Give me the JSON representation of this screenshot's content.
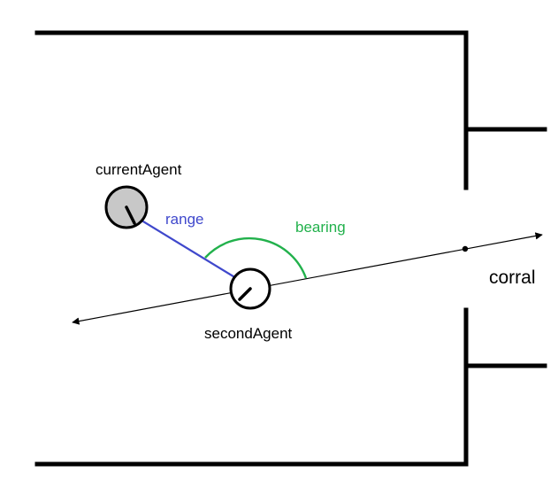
{
  "labels": {
    "current_agent": "currentAgent",
    "second_agent": "secondAgent",
    "range": "range",
    "bearing": "bearing",
    "corral": "corral"
  },
  "colors": {
    "walls": "#000000",
    "range_line": "#3f48cc",
    "bearing_arc": "#22b14c",
    "current_agent_fill": "#c8c8c8",
    "second_agent_fill": "#ffffff"
  }
}
